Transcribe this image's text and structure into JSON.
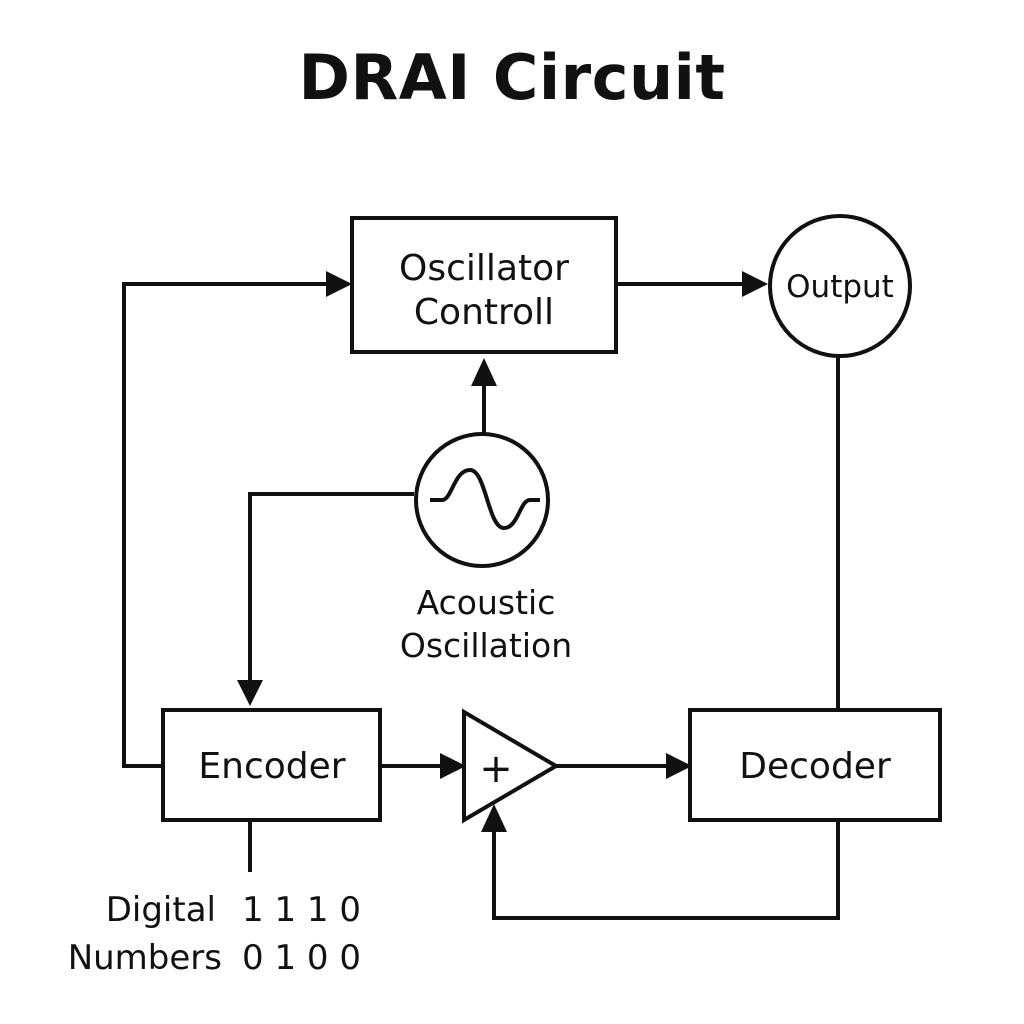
{
  "title": "DRAI Circuit",
  "blocks": {
    "oscillator_control": {
      "line1": "Oscillator",
      "line2": "Controll"
    },
    "output": "Output",
    "acoustic_oscillation": {
      "line1": "Acoustic",
      "line2": "Oscillation"
    },
    "encoder": "Encoder",
    "adder_symbol": "+",
    "decoder": "Decoder"
  },
  "digital_numbers": {
    "label_line1": "Digital",
    "label_line2": "Numbers",
    "bits_line1": "1 1 1 0",
    "bits_line2": "0 1 0 0"
  },
  "colors": {
    "ink": "#111111",
    "background": "#ffffff"
  }
}
